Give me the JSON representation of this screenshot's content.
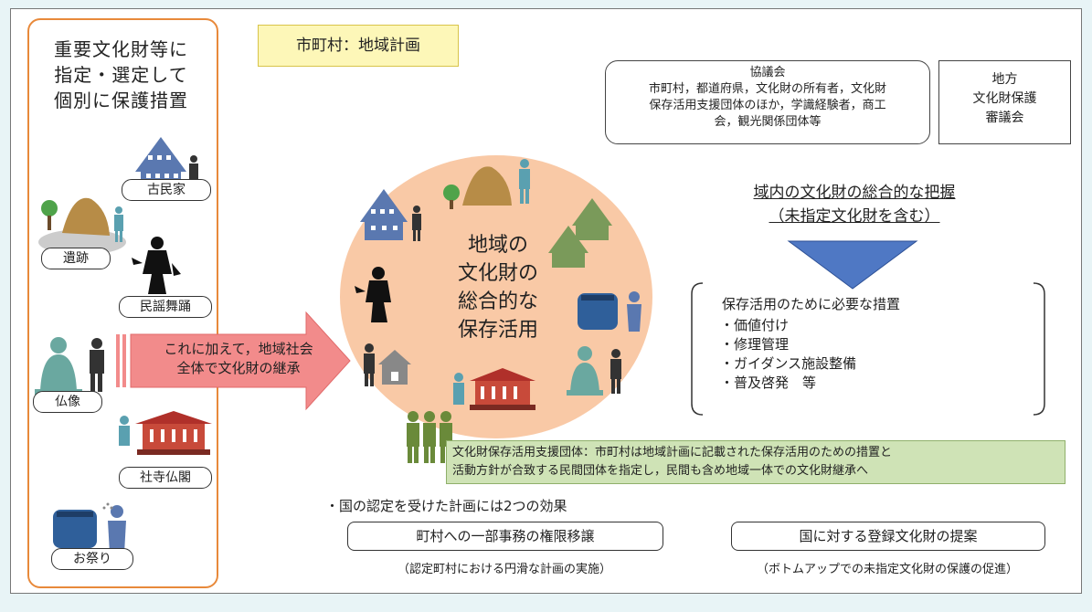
{
  "left_title": [
    "重要文化財等に",
    "指定・選定して",
    "個別に保護措置"
  ],
  "left_items": [
    "古民家",
    "遺跡",
    "民謡舞踊",
    "仏像",
    "社寺仏閣",
    "お祭り"
  ],
  "plan_label": "市町村：地域計画",
  "council": {
    "title": "協議会",
    "lines": [
      "市町村，都道府県，文化財の所有者，文化財",
      "保存活用支援団体のほか，学識経験者，商工",
      "会，観光関係団体等"
    ]
  },
  "regional_council": [
    "地方",
    "文化財保護",
    "審議会"
  ],
  "circle_text": [
    "地域の",
    "文化財の",
    "総合的な",
    "保存活用"
  ],
  "arrow_text": [
    "これに加えて，地域社会",
    "全体で文化財の継承"
  ],
  "grasp": [
    "域内の文化財の総合的な把握",
    "（未指定文化財を含む）"
  ],
  "measures": {
    "title": "保存活用のために必要な措置",
    "items": [
      "・価値付け",
      "・修理管理",
      "・ガイダンス施設整備",
      "・普及啓発　等"
    ]
  },
  "support_group": [
    "文化財保存活用支援団体：市町村は地域計画に記載された保存活用のための措置と",
    "活動方針が合致する民間団体を指定し，民間も含め地域一体での文化財継承へ"
  ],
  "effects": {
    "intro": "・国の認定を受けた計画には2つの効果",
    "box1": "町村への一部事務の権限移譲",
    "note1": "（認定町村における円滑な計画の実施）",
    "box2": "国に対する登録文化財の提案",
    "note2": "（ボトムアップでの未指定文化財の保護の促進）"
  },
  "colors": {
    "accent_orange": "#e8893a",
    "circle_fill": "#f9c9a6",
    "arrow_fill": "#f28b8b",
    "plan_box": "#fdf7b8",
    "group_box": "#cfe3b6",
    "down_arrow": "#4f78c4"
  }
}
